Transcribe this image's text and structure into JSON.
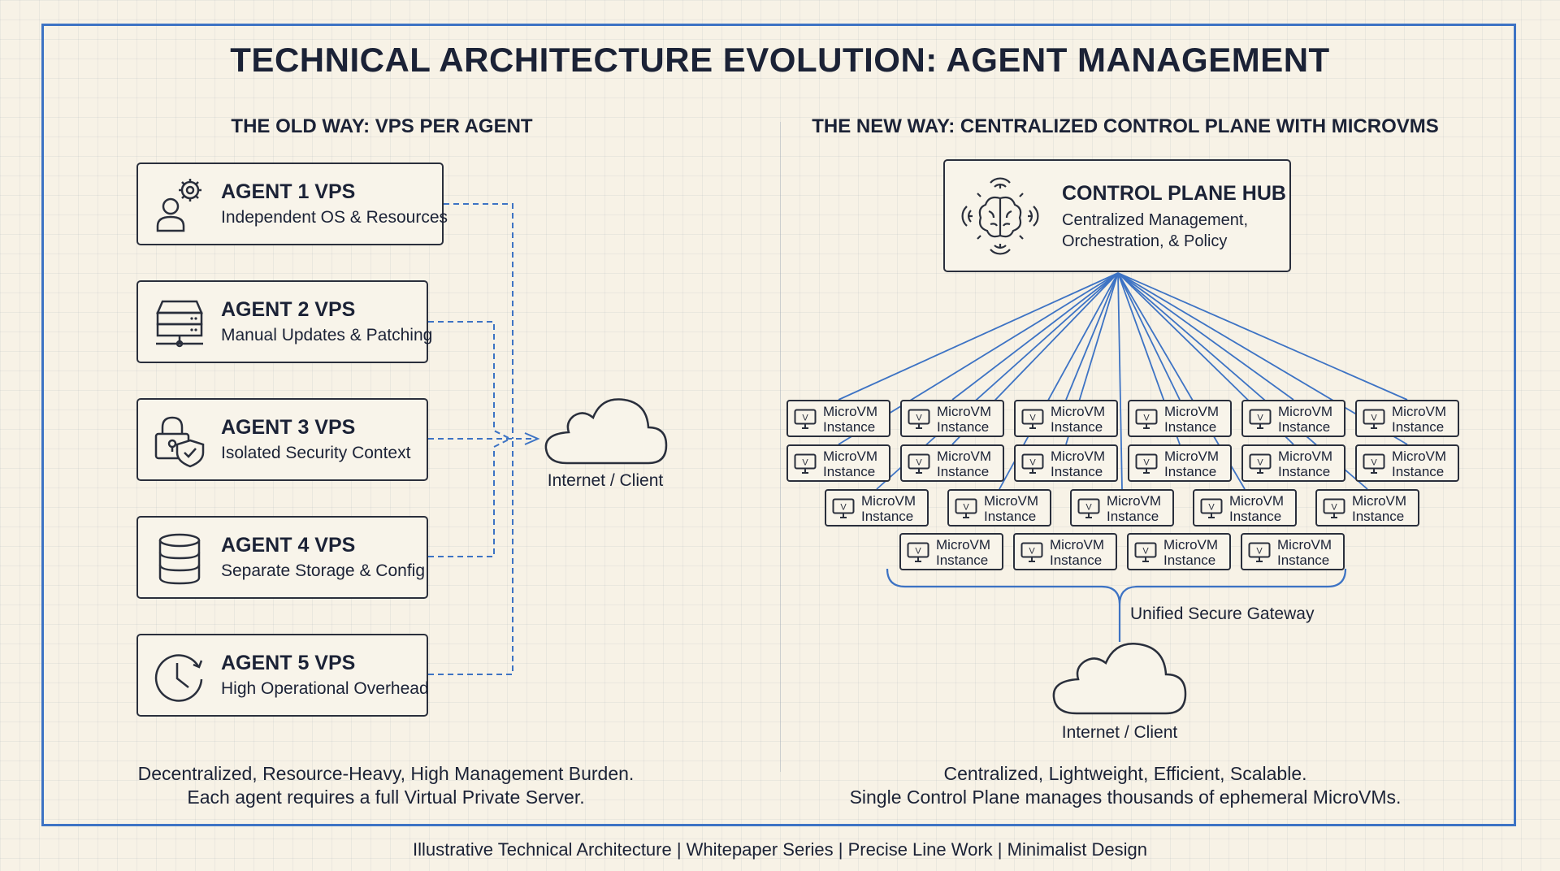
{
  "title": "TECHNICAL ARCHITECTURE EVOLUTION: AGENT MANAGEMENT",
  "old_way": {
    "heading": "THE OLD WAY: VPS PER AGENT",
    "agents": [
      {
        "title": "AGENT 1 VPS",
        "subtitle": "Independent OS & Resources",
        "icon": "user-gear-icon"
      },
      {
        "title": "AGENT 2 VPS",
        "subtitle": "Manual Updates & Patching",
        "icon": "server-icon"
      },
      {
        "title": "AGENT 3 VPS",
        "subtitle": "Isolated Security Context",
        "icon": "lock-shield-icon"
      },
      {
        "title": "AGENT 4 VPS",
        "subtitle": "Separate Storage & Config",
        "icon": "database-icon"
      },
      {
        "title": "AGENT 5 VPS",
        "subtitle": "High Operational Overhead",
        "icon": "clock-icon"
      }
    ],
    "cloud_label": "Internet / Client",
    "caption_line1": "Decentralized, Resource-Heavy, High Management Burden.",
    "caption_line2": "Each agent requires a full Virtual Private Server."
  },
  "new_way": {
    "heading": "THE NEW WAY: CENTRALIZED CONTROL PLANE WITH MICROVMS",
    "hub": {
      "title": "CONTROL PLANE HUB",
      "subtitle": "Centralized Management, Orchestration, & Policy",
      "icon": "brain-icon"
    },
    "microvm": {
      "line1": "MicroVM",
      "line2": "Instance",
      "icon_glyph": "V",
      "rows": [
        6,
        6,
        5,
        4
      ]
    },
    "gateway_label": "Unified Secure Gateway",
    "cloud_label": "Internet / Client",
    "caption_line1": "Centralized, Lightweight, Efficient, Scalable.",
    "caption_line2": "Single Control Plane manages thousands of ephemeral MicroVMs."
  },
  "footer": "Illustrative Technical Architecture | Whitepaper Series | Precise Line Work | Minimalist Design",
  "colors": {
    "accent": "#3d73c4",
    "ink": "#1b2236",
    "background": "#f7f2e6"
  }
}
